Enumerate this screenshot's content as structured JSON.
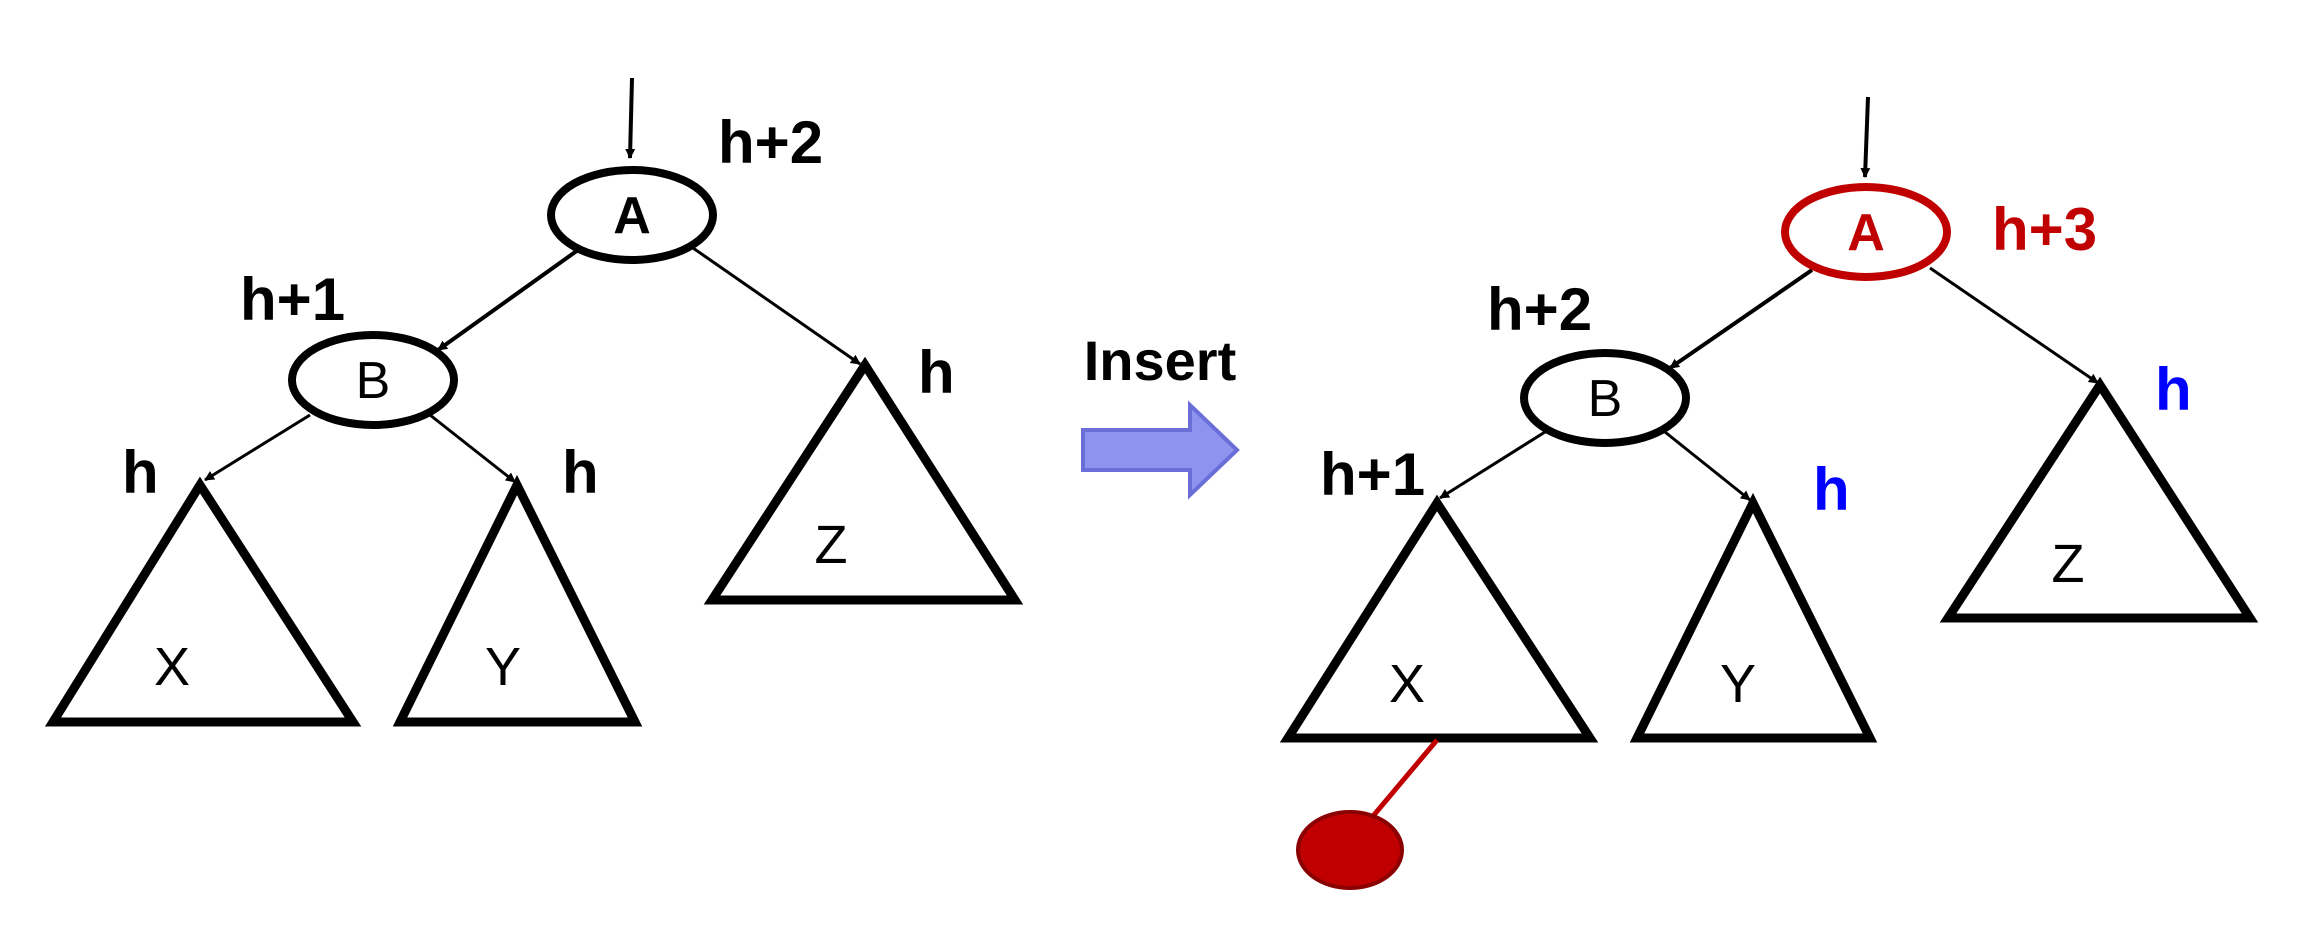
{
  "colors": {
    "default": "#000000",
    "highlight_red": "#c00000",
    "highlight_blue": "#0000ff",
    "arrow_fill": "#8f93f0",
    "arrow_stroke": "#6a6fd8",
    "inserted_node_fill": "#c00000",
    "inserted_node_stroke": "#8b0000"
  },
  "operation": {
    "label": "Insert",
    "icon": "right-arrow-icon"
  },
  "before": {
    "nodes": {
      "A": {
        "label": "A"
      },
      "B": {
        "label": "B"
      }
    },
    "subtrees": {
      "X": {
        "label": "X"
      },
      "Y": {
        "label": "Y"
      },
      "Z": {
        "label": "Z"
      }
    },
    "heights": {
      "A": "h+2",
      "B": "h+1",
      "X": "h",
      "Y": "h",
      "Z": "h"
    }
  },
  "after": {
    "nodes": {
      "A": {
        "label": "A"
      },
      "B": {
        "label": "B"
      }
    },
    "subtrees": {
      "X": {
        "label": "X"
      },
      "Y": {
        "label": "Y"
      },
      "Z": {
        "label": "Z"
      }
    },
    "heights": {
      "A": "h+3",
      "B": "h+2",
      "X": "h+1",
      "Y": "h",
      "Z": "h"
    }
  }
}
